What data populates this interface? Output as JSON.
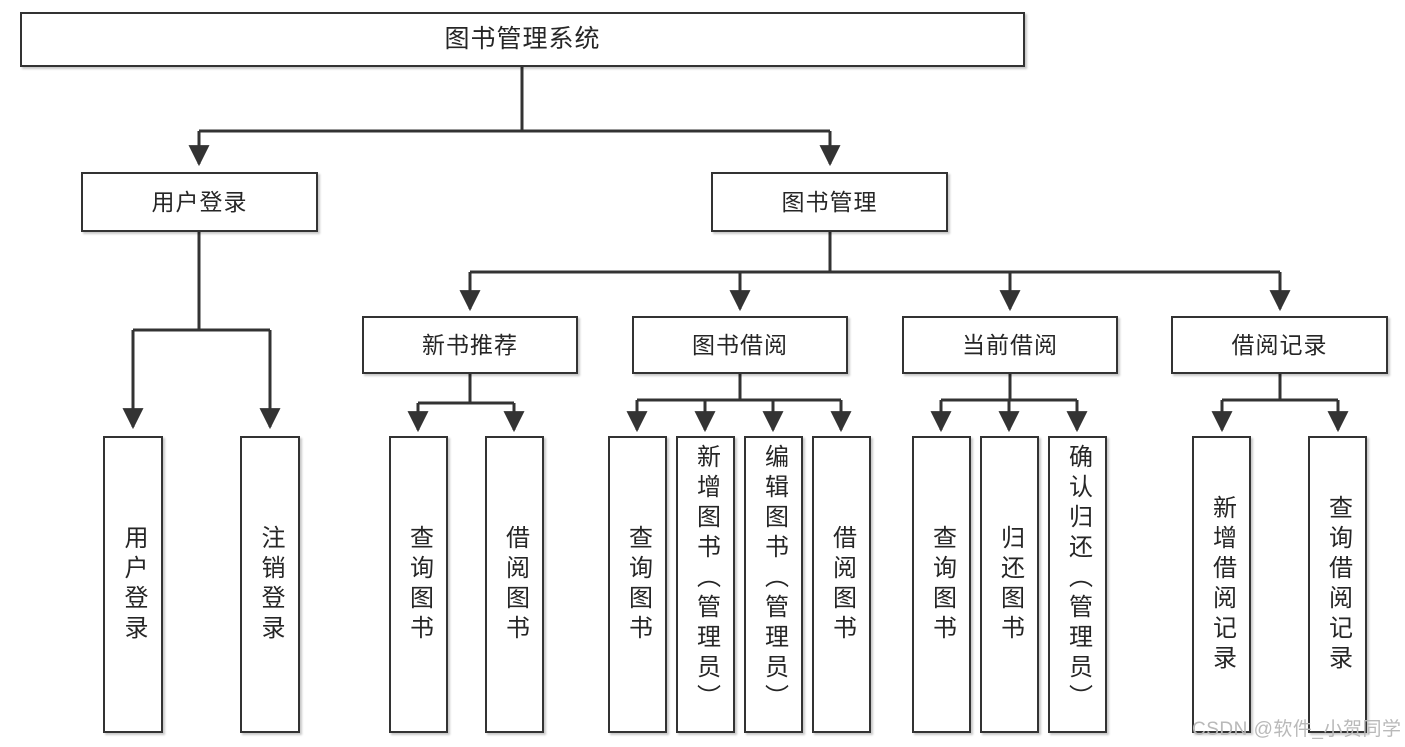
{
  "diagram": {
    "title_text": "图书管理系统",
    "watermark": "CSDN @软件_小贺同学",
    "colors": {
      "box_border": "#333333",
      "box_fill": "#ffffff",
      "edge": "#333333",
      "text": "#262626",
      "watermark": "#b9b9b9"
    },
    "root": {
      "label": "图书管理系统"
    },
    "level2": [
      {
        "label": "用户登录"
      },
      {
        "label": "图书管理"
      }
    ],
    "level3": [
      {
        "label": "新书推荐"
      },
      {
        "label": "图书借阅"
      },
      {
        "label": "当前借阅"
      },
      {
        "label": "借阅记录"
      }
    ],
    "leaves": {
      "user_login": [
        {
          "label": "用户登录"
        },
        {
          "label": "注销登录"
        }
      ],
      "new_book": [
        {
          "label": "查询图书"
        },
        {
          "label": "借阅图书"
        }
      ],
      "book_borrow": [
        {
          "label": "查询图书"
        },
        {
          "label": "新增图书（管理员）"
        },
        {
          "label": "编辑图书（管理员）"
        },
        {
          "label": "借阅图书"
        }
      ],
      "current_borrow": [
        {
          "label": "查询图书"
        },
        {
          "label": "归还图书"
        },
        {
          "label": "确认归还（管理员）"
        }
      ],
      "borrow_record": [
        {
          "label": "新增借阅记录"
        },
        {
          "label": "查询借阅记录"
        }
      ]
    }
  }
}
